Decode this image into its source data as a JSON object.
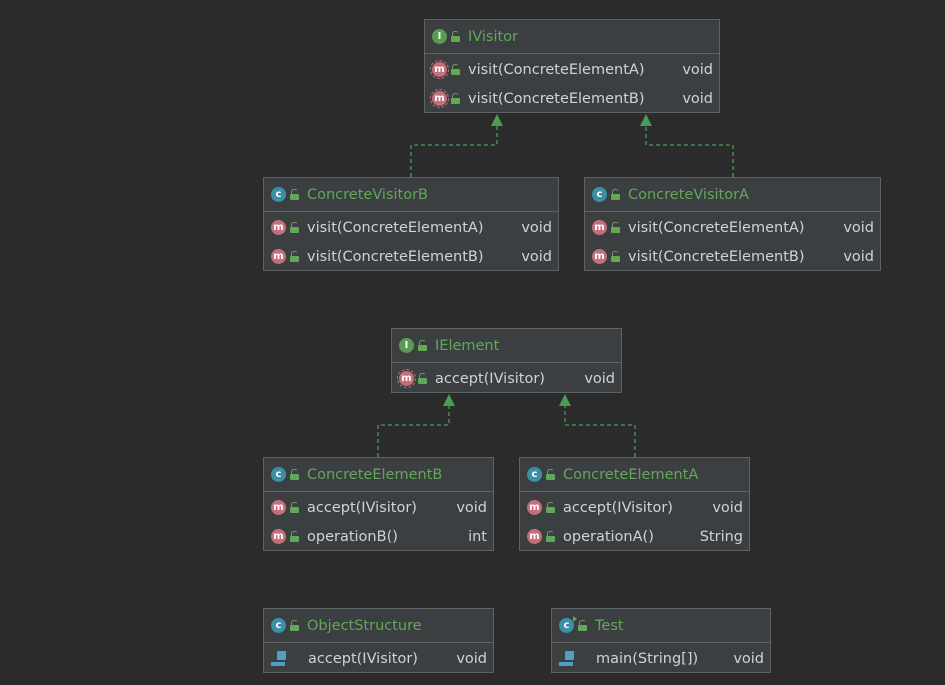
{
  "diagram": {
    "nodes": [
      {
        "id": "IVisitor",
        "kind": "interface",
        "name": "IVisitor",
        "members": [
          {
            "kind": "method-abstract",
            "signature": "visit(ConcreteElementA)",
            "type": "void"
          },
          {
            "kind": "method-abstract",
            "signature": "visit(ConcreteElementB)",
            "type": "void"
          }
        ]
      },
      {
        "id": "ConcreteVisitorB",
        "kind": "class",
        "name": "ConcreteVisitorB",
        "members": [
          {
            "kind": "method",
            "signature": "visit(ConcreteElementA)",
            "type": "void"
          },
          {
            "kind": "method",
            "signature": "visit(ConcreteElementB)",
            "type": "void"
          }
        ]
      },
      {
        "id": "ConcreteVisitorA",
        "kind": "class",
        "name": "ConcreteVisitorA",
        "members": [
          {
            "kind": "method",
            "signature": "visit(ConcreteElementA)",
            "type": "void"
          },
          {
            "kind": "method",
            "signature": "visit(ConcreteElementB)",
            "type": "void"
          }
        ]
      },
      {
        "id": "IElement",
        "kind": "interface",
        "name": "IElement",
        "members": [
          {
            "kind": "method-abstract",
            "signature": "accept(IVisitor)",
            "type": "void"
          }
        ]
      },
      {
        "id": "ConcreteElementB",
        "kind": "class",
        "name": "ConcreteElementB",
        "members": [
          {
            "kind": "method",
            "signature": "accept(IVisitor)",
            "type": "void"
          },
          {
            "kind": "method",
            "signature": "operationB()",
            "type": "int"
          }
        ]
      },
      {
        "id": "ConcreteElementA",
        "kind": "class",
        "name": "ConcreteElementA",
        "members": [
          {
            "kind": "method",
            "signature": "accept(IVisitor)",
            "type": "void"
          },
          {
            "kind": "method",
            "signature": "operationA()",
            "type": "String"
          }
        ]
      },
      {
        "id": "ObjectStructure",
        "kind": "class",
        "name": "ObjectStructure",
        "members": [
          {
            "kind": "method-static",
            "signature": "accept(IVisitor)",
            "type": "void"
          }
        ]
      },
      {
        "id": "Test",
        "kind": "class-runnable",
        "name": "Test",
        "members": [
          {
            "kind": "method-static",
            "signature": "main(String[])",
            "type": "void"
          }
        ]
      }
    ],
    "edges": [
      {
        "from": "ConcreteVisitorB",
        "to": "IVisitor",
        "type": "realization"
      },
      {
        "from": "ConcreteVisitorA",
        "to": "IVisitor",
        "type": "realization"
      },
      {
        "from": "ConcreteElementB",
        "to": "IElement",
        "type": "realization"
      },
      {
        "from": "ConcreteElementA",
        "to": "IElement",
        "type": "realization"
      }
    ],
    "colors": {
      "background": "#2b2b2b",
      "node_fill": "#3c3f41",
      "node_border": "#5e6264",
      "title_text": "#62a857",
      "member_text": "#d2d2d2",
      "edge": "#499c54"
    }
  }
}
